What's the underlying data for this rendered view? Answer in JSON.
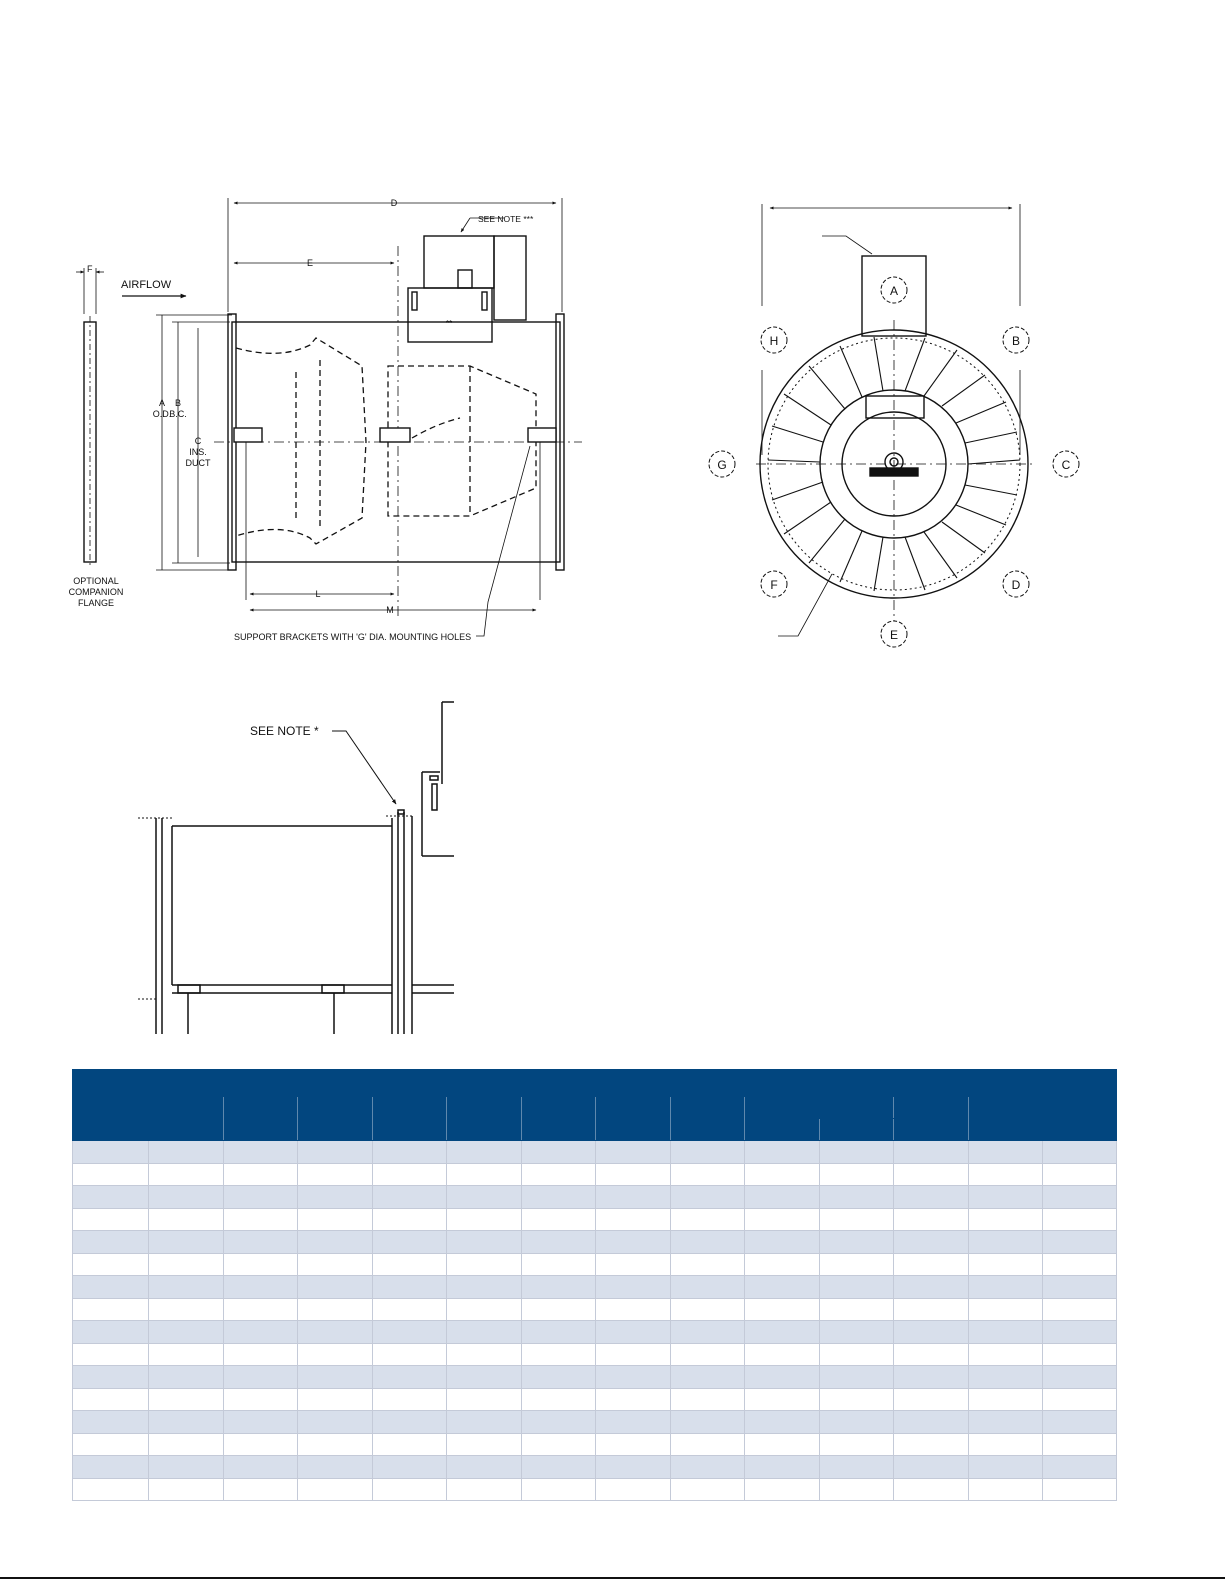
{
  "side_view": {
    "airflow_label": "AIRFLOW",
    "flange_caption": [
      "OPTIONAL",
      "COMPANION",
      "FLANGE"
    ],
    "support_caption": "SUPPORT BRACKETS WITH 'G' DIA. MOUNTING HOLES",
    "motor_note": "SEE NOTE ***",
    "motor_mark": "**",
    "dim_labels": {
      "d": "D",
      "e": "E",
      "f": "F",
      "l": "L",
      "m": "M",
      "a": [
        "A",
        "O.D."
      ],
      "b": [
        "B",
        "B.C."
      ],
      "c": [
        "C",
        "INS.",
        "DUCT"
      ]
    }
  },
  "end_view": {
    "positions": [
      "A",
      "B",
      "C",
      "D",
      "E",
      "F",
      "G",
      "H"
    ]
  },
  "detail_view": {
    "note": "SEE NOTE *"
  },
  "table": {
    "row_count": 16
  }
}
